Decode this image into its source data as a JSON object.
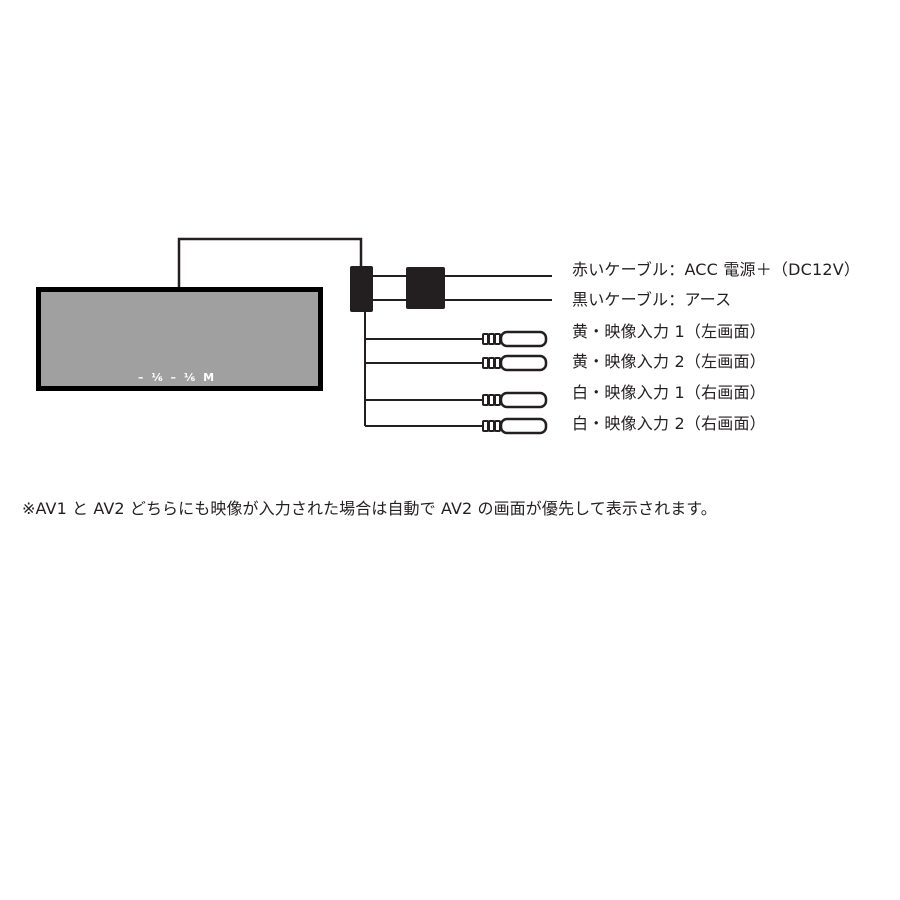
{
  "mirror": {
    "screen_readout": "– ⅙ – ⅙ M",
    "screen_color": "#a0a0a0",
    "frame_color": "#000000"
  },
  "cables": [
    {
      "id": "red-cable",
      "label": "赤いケーブル：ACC 電源＋（DC12V）",
      "type": "wire"
    },
    {
      "id": "black-cable",
      "label": "黒いケーブル：アース",
      "type": "wire"
    },
    {
      "id": "yellow-av1",
      "label": "黄・映像入力 1（左画面）",
      "type": "rca"
    },
    {
      "id": "yellow-av2",
      "label": "黄・映像入力 2（左画面）",
      "type": "rca"
    },
    {
      "id": "white-av1",
      "label": "白・映像入力 1（右画面）",
      "type": "rca"
    },
    {
      "id": "white-av2",
      "label": "白・映像入力 2（右画面）",
      "type": "rca"
    }
  ],
  "note": "※AV1 と AV2 どちらにも映像が入力された場合は自動で AV2 の画面が優先して表示されます。",
  "line_color": "#231f20"
}
